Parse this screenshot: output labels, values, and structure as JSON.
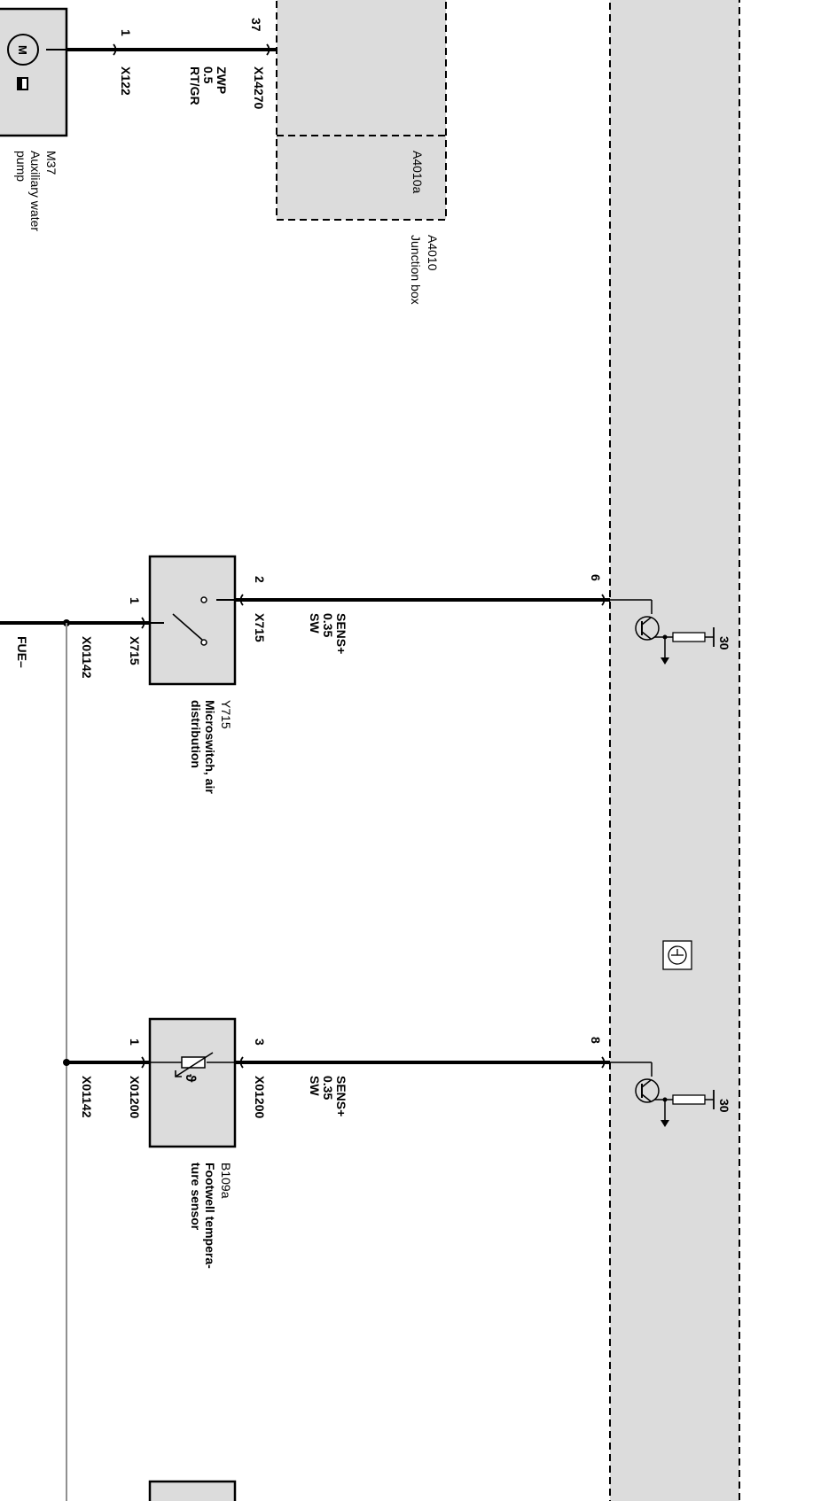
{
  "components": {
    "aux_pump": {
      "code": "M37",
      "name_line1": "Auxiliary water",
      "name_line2": "pump",
      "connector": "X122",
      "pin": "1",
      "motor_symbol": "M"
    },
    "junction_box": {
      "code": "A4010",
      "name": "Junction box",
      "sub_code": "A4010a",
      "connector": "X14270",
      "pin": "37"
    },
    "microswitch": {
      "code": "Y715",
      "name_line1": "Microswitch, air",
      "name_line2": "distribution",
      "connector": "X715",
      "pin_top": "2",
      "pin_bottom": "1"
    },
    "footwell_sensor": {
      "code": "B109a",
      "name_line1": "Footwell tempera-",
      "name_line2": "ture sensor",
      "connector": "X01200",
      "pin_top": "3",
      "pin_bottom": "1",
      "theta_symbol": "ϑ"
    },
    "control_unit": {
      "pin_a": "6",
      "pin_b": "8",
      "supply_a": "30",
      "supply_b": "30"
    }
  },
  "wires": {
    "pump_wire": {
      "signal": "ZWP",
      "gauge": "0.5",
      "color": "RT/GR"
    },
    "switch_wire": {
      "signal": "SENS+",
      "gauge": "0.35",
      "color": "SW"
    },
    "sensor_wire": {
      "signal": "SENS+",
      "gauge": "0.35",
      "color": "SW"
    },
    "ground_connector": "X01142",
    "ground_label": "FUE–"
  },
  "colors": {
    "module_fill": "#dcdcdc",
    "line": "#000000",
    "ground_wire": "#909090"
  }
}
